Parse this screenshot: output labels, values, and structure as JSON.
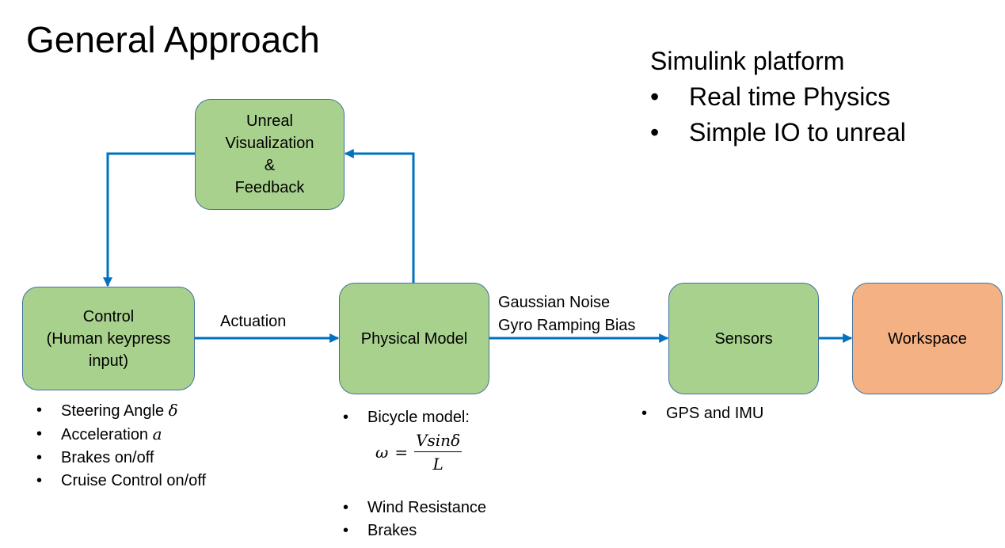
{
  "title": "General Approach",
  "platform": {
    "heading": "Simulink platform",
    "items": [
      "Real time Physics",
      "Simple IO to unreal"
    ]
  },
  "nodes": {
    "unreal": {
      "lines": [
        "Unreal",
        "Visualization",
        "&",
        "Feedback"
      ]
    },
    "control": {
      "lines": [
        "Control",
        "(Human keypress",
        "input)"
      ]
    },
    "physical": {
      "label": "Physical Model"
    },
    "sensors": {
      "label": "Sensors"
    },
    "workspace": {
      "label": "Workspace"
    }
  },
  "edges": {
    "actuation": "Actuation",
    "noise_1": "Gaussian Noise",
    "noise_2": "Gyro Ramping Bias"
  },
  "control_bullets": [
    {
      "text": "Steering Angle",
      "symbol": "δ"
    },
    {
      "text": "Acceleration",
      "symbol": "a"
    },
    {
      "text": "Brakes on/off",
      "symbol": ""
    },
    {
      "text": "Cruise Control on/off",
      "symbol": ""
    }
  ],
  "model_bullets": {
    "first": "Bicycle model:",
    "formula": {
      "lhs": "ω",
      "eq": "=",
      "numerator": "Vsinδ",
      "denominator": "L"
    },
    "rest": [
      "Wind Resistance",
      "Brakes"
    ]
  },
  "sensor_bullets": [
    "GPS and IMU"
  ],
  "colors": {
    "green_box": "#a9d18e",
    "orange_box": "#f4b183",
    "box_border": "#41719c",
    "arrow": "#0070c0"
  }
}
